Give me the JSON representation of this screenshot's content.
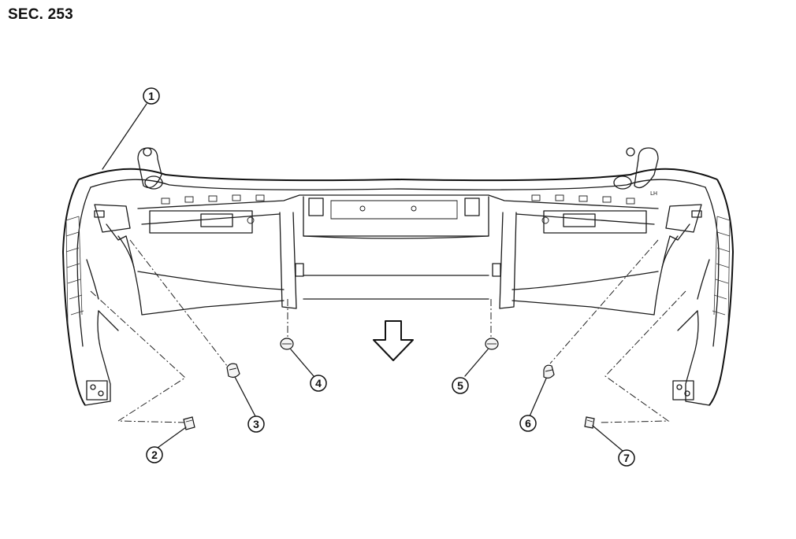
{
  "section_label": "SEC. 253",
  "callouts": [
    {
      "id": 1,
      "text": "1",
      "part": "rear-bumper-fascia"
    },
    {
      "id": 2,
      "text": "2",
      "part": "corner-sensor-clip-left"
    },
    {
      "id": 3,
      "text": "3",
      "part": "parking-sensor-left-corner"
    },
    {
      "id": 4,
      "text": "4",
      "part": "parking-sensor-center-left"
    },
    {
      "id": 5,
      "text": "5",
      "part": "parking-sensor-center-right"
    },
    {
      "id": 6,
      "text": "6",
      "part": "parking-sensor-right-corner"
    },
    {
      "id": 7,
      "text": "7",
      "part": "corner-sensor-clip-right"
    }
  ],
  "direction_icon": "down-arrow-icon",
  "bumper_marking": "LH"
}
